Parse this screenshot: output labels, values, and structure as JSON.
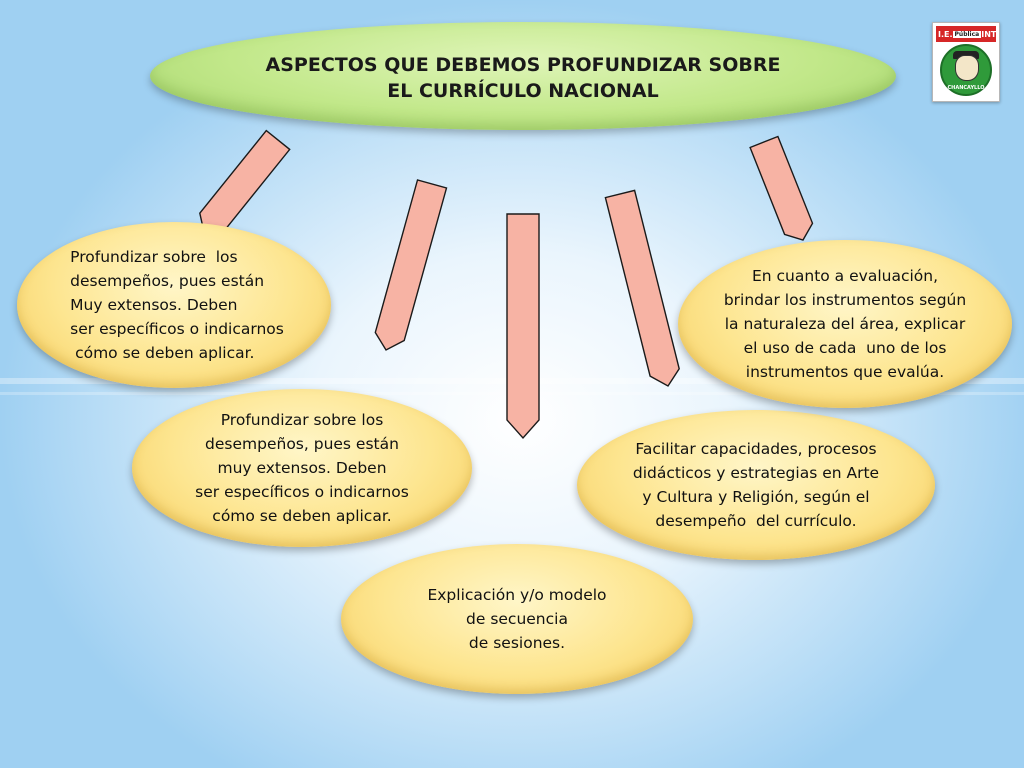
{
  "title": {
    "lines": [
      "ASPECTOS QUE DEBEMOS PROFUNDIZAR SOBRE",
      "EL CURRÍCULO NACIONAL"
    ]
  },
  "nodes": [
    {
      "id": "desempenos-1",
      "lines": [
        "Profundizar sobre  los",
        "desempeños, pues están",
        "Muy extensos. Deben",
        "ser específicos o indicarnos",
        " cómo se deben aplicar."
      ]
    },
    {
      "id": "desempenos-2",
      "lines": [
        "Profundizar sobre los",
        "desempeños, pues están",
        "muy extensos. Deben",
        "ser específicos o indicarnos",
        "cómo se deben aplicar."
      ]
    },
    {
      "id": "secuencia",
      "lines": [
        "Explicación y/o modelo",
        "de secuencia",
        "de sesiones."
      ]
    },
    {
      "id": "capacidades",
      "lines": [
        "Facilitar capacidades, procesos",
        "didácticos y estrategias en Arte",
        "y Cultura y Religión, según el",
        "desempeño  del currículo."
      ]
    },
    {
      "id": "evaluacion",
      "lines": [
        "En cuanto a evaluación,",
        "brindar los instrumentos según",
        "la naturaleza del área, explicar",
        "el uso de cada  uno de los",
        "instrumentos que evalúa."
      ]
    }
  ],
  "logo": {
    "top_left": "I.E.",
    "top_mid": "Pública",
    "top_right": "INT",
    "city": "CHANCAYLLO"
  },
  "colors": {
    "title_fill": "#c2e88a",
    "node_fill": "#fde58f",
    "arrow_fill": "#f7b3a4",
    "arrow_stroke": "#1a1a1a",
    "background": "#bfe0f7"
  }
}
